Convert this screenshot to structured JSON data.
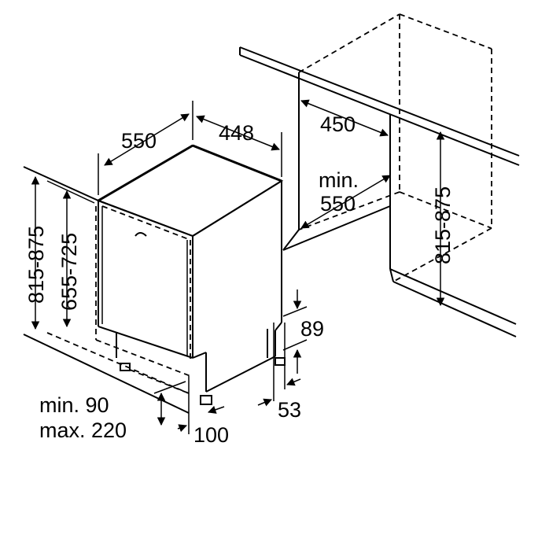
{
  "labels": {
    "depth_550": "550",
    "width_448": "448",
    "niche_450": "450",
    "niche_min_label": "min.",
    "niche_min_value": "550",
    "height_815_875_left": "815-875",
    "height_655_725": "655-725",
    "height_815_875_right": "815-875",
    "plinth_89": "89",
    "plinth_53": "53",
    "toe_min": "min. 90",
    "toe_max": "max. 220",
    "toe_100": "100"
  }
}
